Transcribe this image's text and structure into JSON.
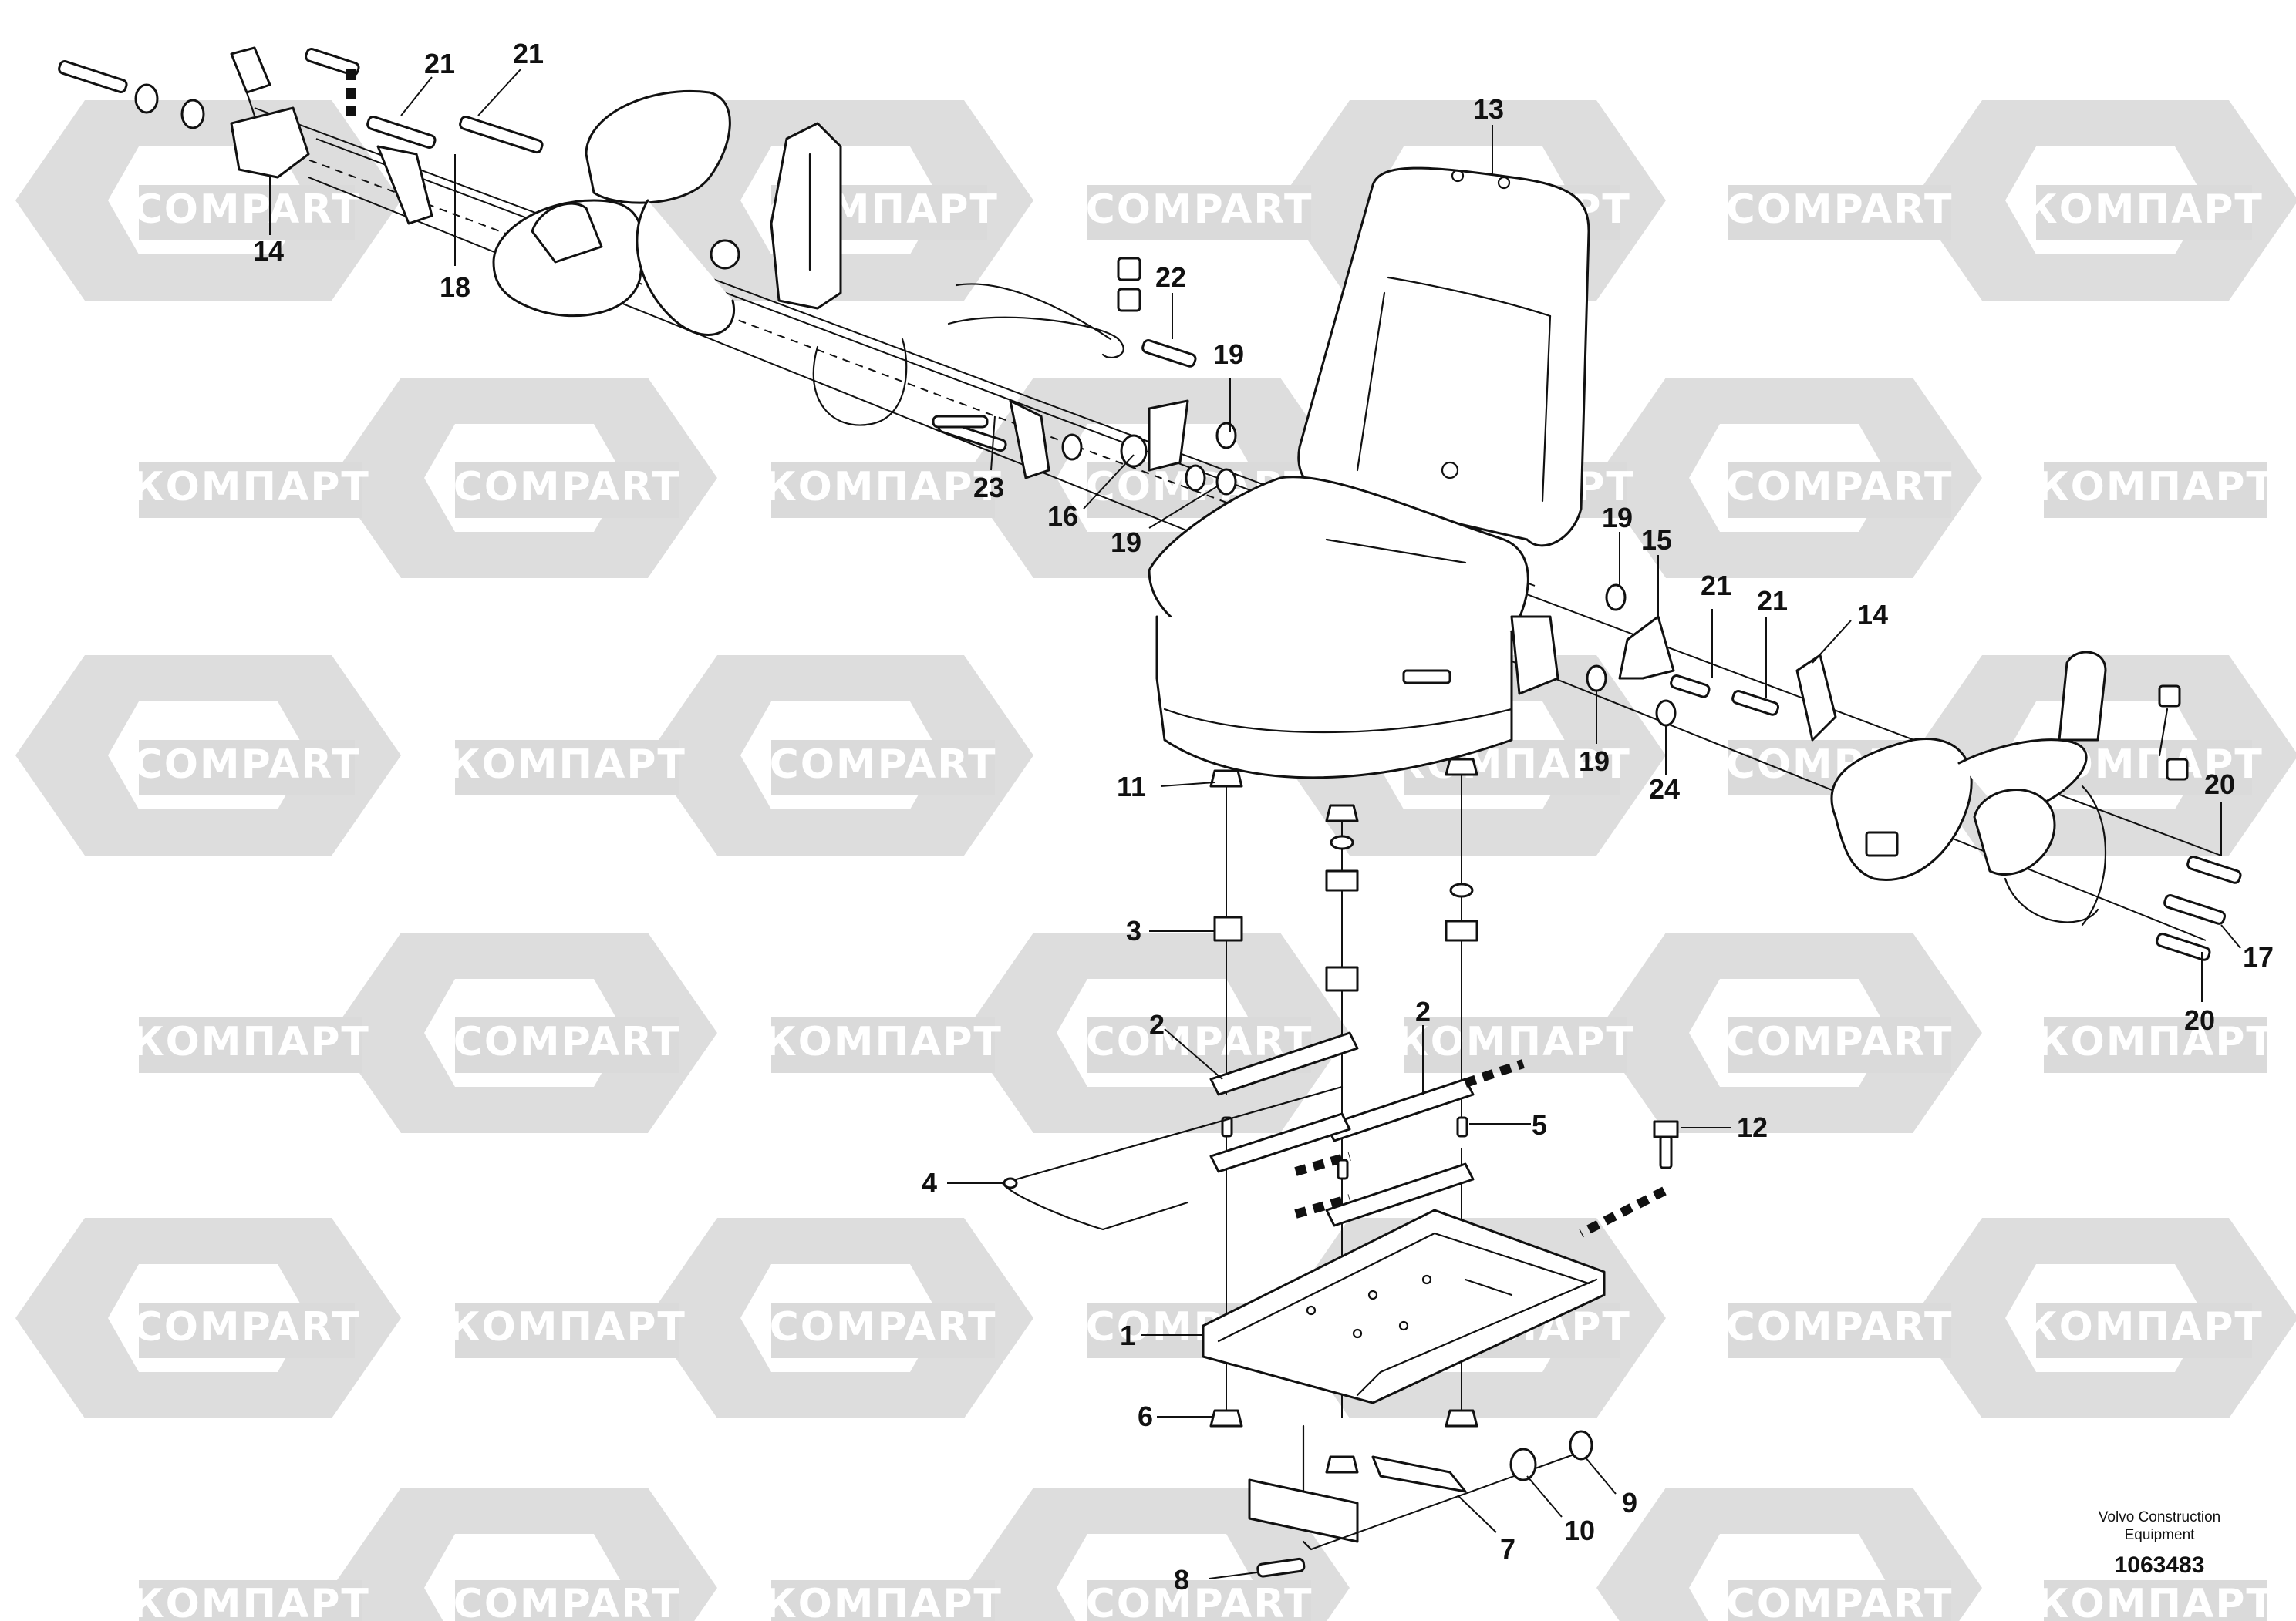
{
  "watermark": {
    "latin": "COMPART",
    "cyrillic": "КОМПАРТ",
    "color": "#d9d9d9"
  },
  "callouts": [
    "13",
    "21",
    "21",
    "22",
    "19",
    "14",
    "18",
    "23",
    "16",
    "19",
    "19",
    "15",
    "21",
    "21",
    "14",
    "19",
    "24",
    "11",
    "20",
    "3",
    "17",
    "20",
    "2",
    "2",
    "5",
    "12",
    "4",
    "1",
    "6",
    "9",
    "10",
    "7",
    "8"
  ],
  "credit": {
    "line1": "Volvo Construction",
    "line2": "Equipment"
  },
  "document_number": "1063483"
}
